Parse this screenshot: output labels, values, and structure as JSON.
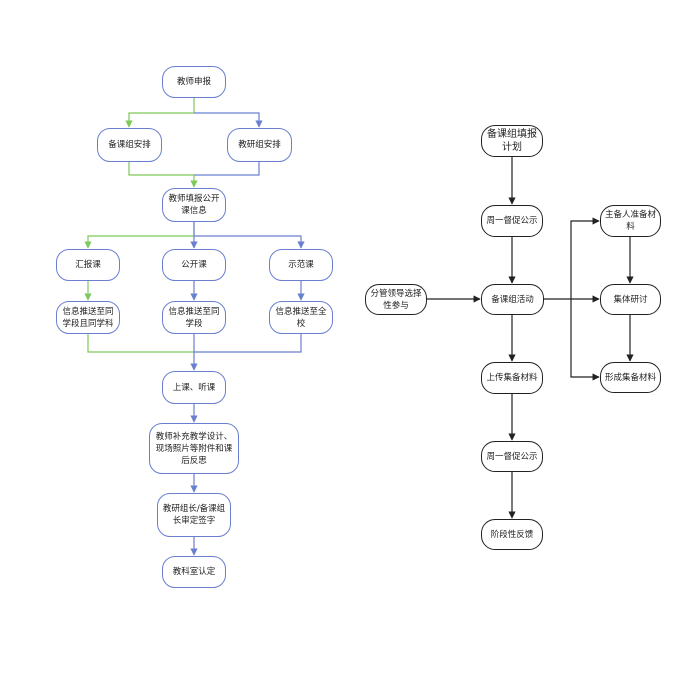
{
  "left": {
    "teacher_apply": "教师申报",
    "prep_group_arrange": "备课组安排",
    "research_group_arrange": "教研组安排",
    "fill_public_info": "教师填报公开课信息",
    "report_class": "汇报课",
    "public_class": "公开课",
    "demo_class": "示范课",
    "push_same_grade_subject": "信息推送至同学段且同学科",
    "push_same_grade": "信息推送至同学段",
    "push_whole_school": "信息推送至全校",
    "attend_class": "上课、听课",
    "teacher_supplement": "教师补充教学设计、现场照片等附件和课后反思",
    "leader_sign": "教研组长/备课组长审定签字",
    "office_confirm": "教科室认定"
  },
  "right": {
    "fill_plan": "备课组填报计划",
    "weekly_reminder_1": "周一督促公示",
    "leader_participate": "分管领导选择性参与",
    "prep_activity": "备课组活动",
    "speaker_prepare": "主备人准备材料",
    "collective_discuss": "集体研讨",
    "form_materials": "形成集备材料",
    "upload_materials": "上传集备材料",
    "weekly_reminder_2": "周一督促公示",
    "stage_feedback": "阶段性反馈"
  },
  "colors": {
    "blue": "#6a7fd0",
    "green": "#7dc95a",
    "black": "#222222"
  }
}
